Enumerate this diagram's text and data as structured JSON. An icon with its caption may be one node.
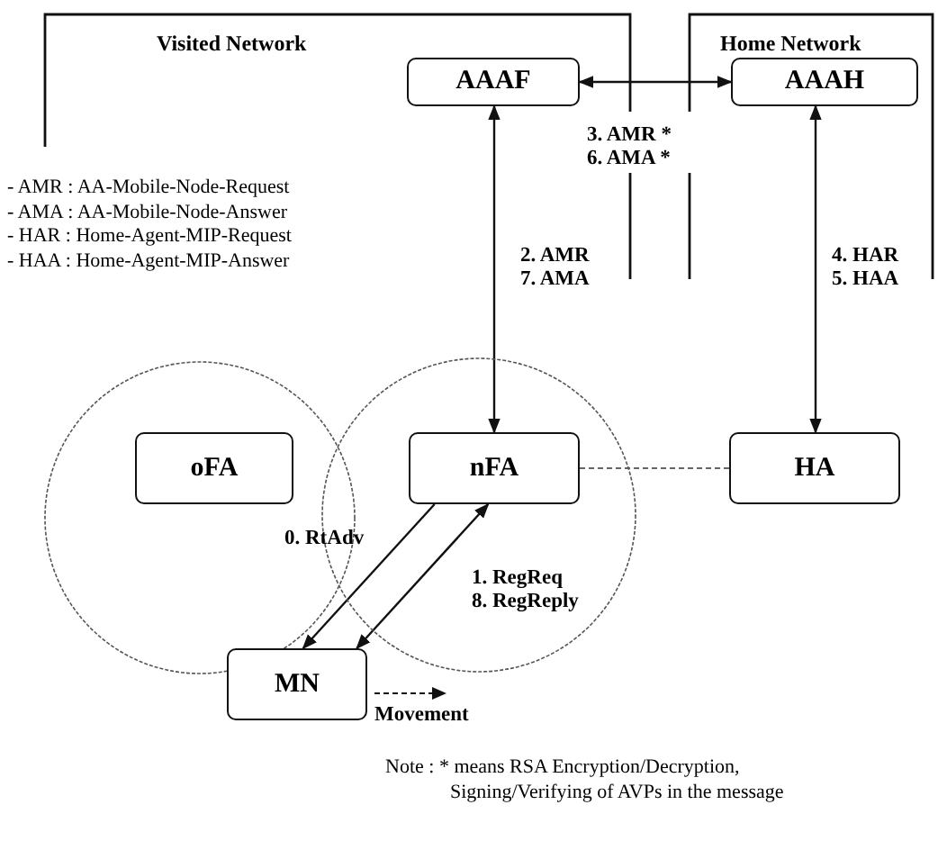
{
  "diagram": {
    "nodes": [
      {
        "text": [
          "Visited Network"
        ]
      },
      {
        "text": [
          "Home Network"
        ]
      },
      {
        "text": [
          "AAAF"
        ],
        "in": 0
      },
      {
        "text": [
          "AAAH"
        ],
        "in": 1
      },
      {
        "text": [],
        "shape": "circle"
      },
      {
        "text": [],
        "shape": "circle"
      },
      {
        "text": [
          "oFA"
        ],
        "in": 4
      },
      {
        "text": [
          "nFA"
        ],
        "in": 5
      },
      {
        "text": [
          "HA"
        ]
      },
      {
        "text": [
          "MN"
        ]
      }
    ],
    "edges": [
      {
        "from": 2,
        "to": 3,
        "arrow": "both",
        "label": "3. AMR * 6. AMA *"
      },
      {
        "from": 2,
        "to": 7,
        "arrow": "both",
        "label": "2. AMR 7. AMA"
      },
      {
        "from": 3,
        "to": 8,
        "arrow": "both",
        "label": "4. HAR 5. HAA"
      },
      {
        "from": 7,
        "to": 8,
        "arrow": "none",
        "style": "dashed"
      },
      {
        "from": 7,
        "to": 9,
        "arrow": "to",
        "label": "0. RtAdv"
      },
      {
        "from": 9,
        "to": 7,
        "arrow": "both",
        "label": "1. RegReq 8. RegReply"
      }
    ],
    "labels": [
      "- AMR : AA-Mobile-Node-Request",
      "- AMA : AA-Mobile-Node-Answer",
      "- HAR : Home-Agent-MIP-Request",
      "- HAA : Home-Agent-MIP-Answer",
      "Movement",
      "Note : * means RSA Encryption/Decryption, Signing/Verifying of AVPs in the message"
    ]
  }
}
